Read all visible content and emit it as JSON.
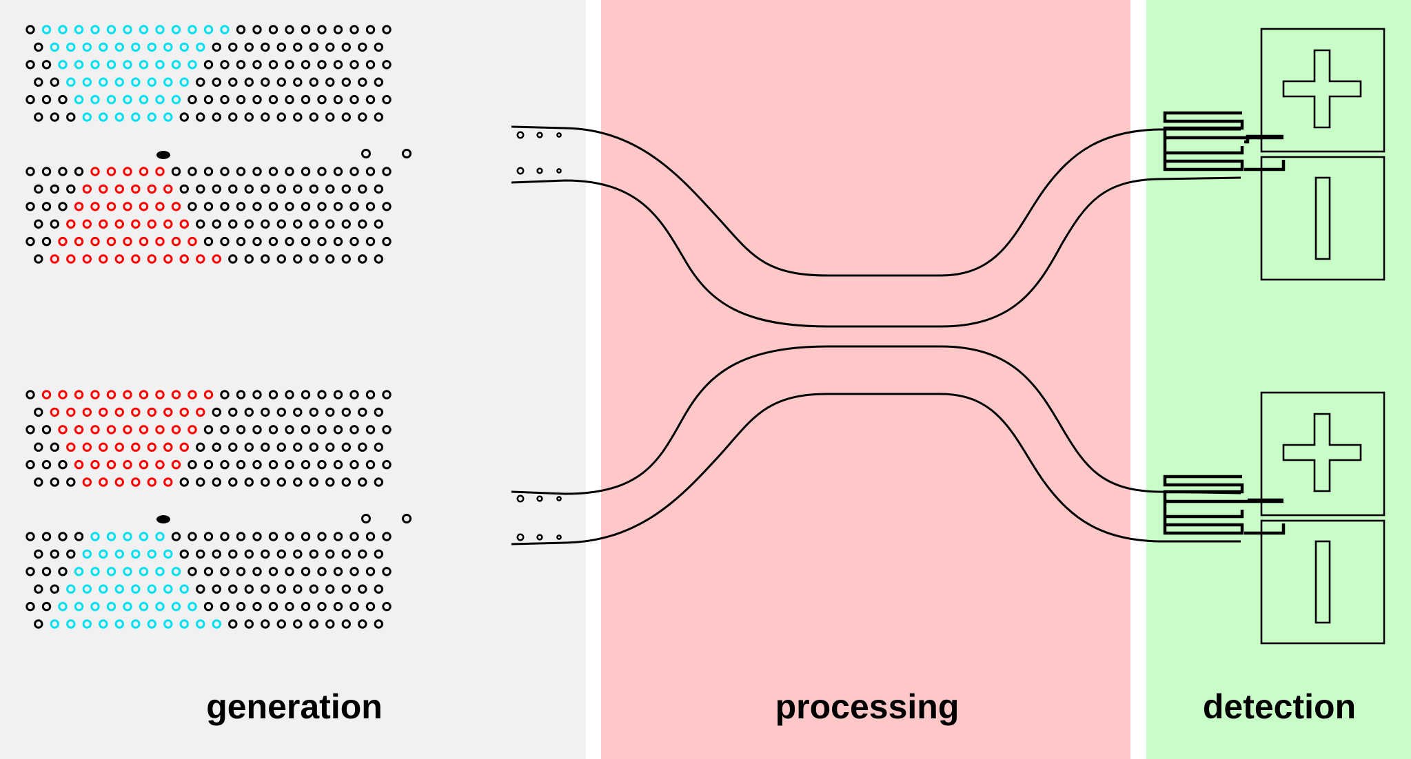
{
  "sections": {
    "generation": {
      "label": "generation",
      "color": "#f1f1f1"
    },
    "processing": {
      "label": "processing",
      "color": "#fec8c8"
    },
    "detection": {
      "label": "detection",
      "color": "#c8fdc8"
    }
  },
  "palette": {
    "hole": "#000000",
    "signal": "#ff0000",
    "idler": "#00e0f0",
    "line": "#000000"
  },
  "icons": {
    "detector_positive": "plus-sign-icon",
    "detector_negative": "minus-sign-icon"
  }
}
